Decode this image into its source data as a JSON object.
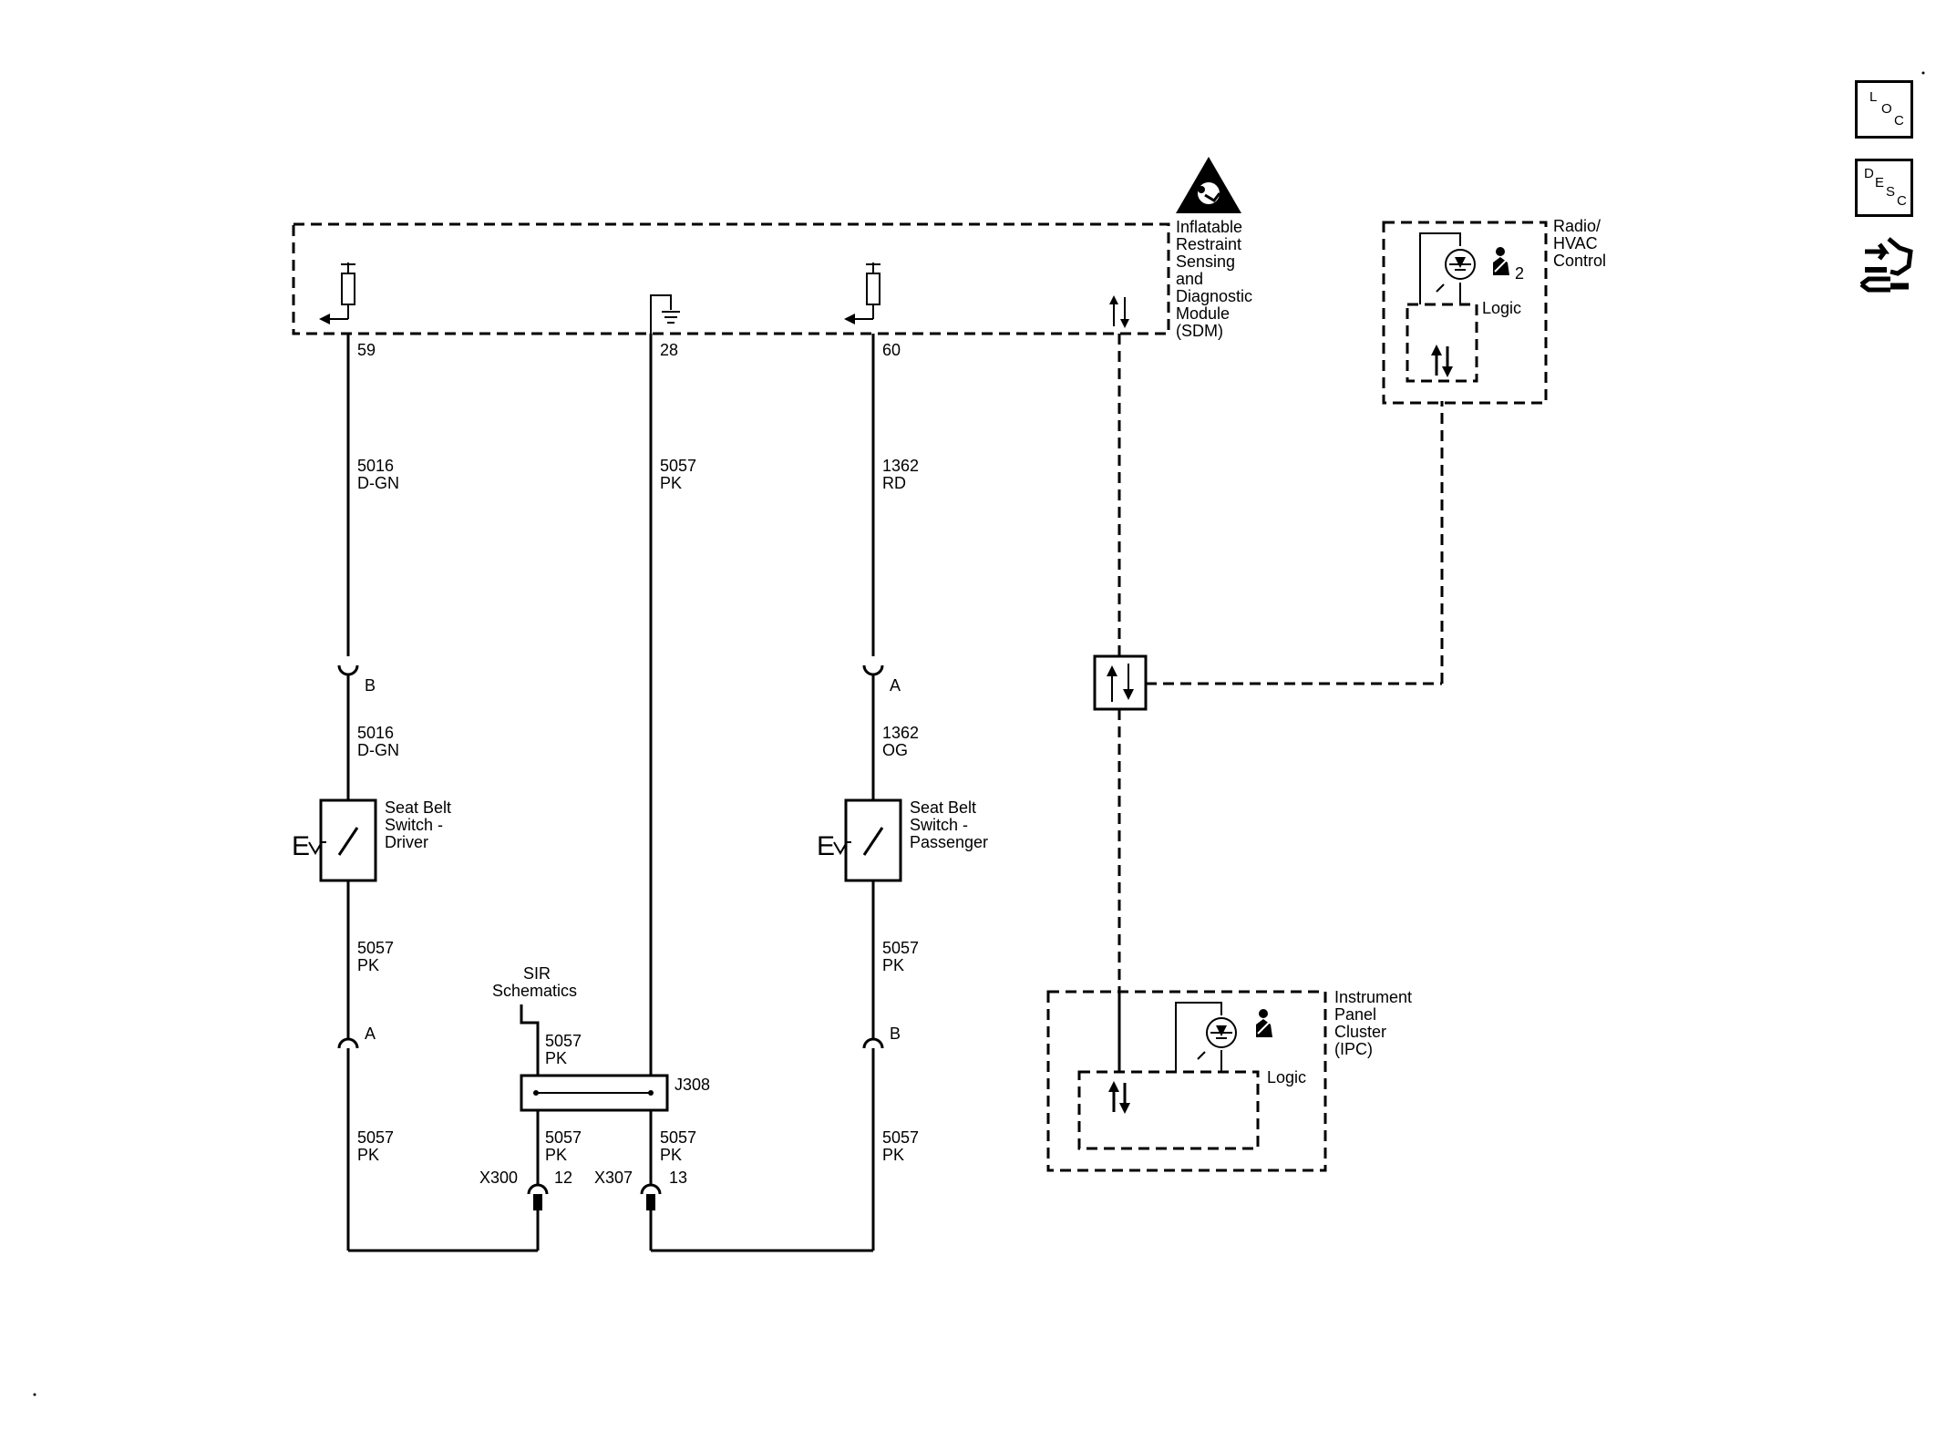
{
  "modules": {
    "sdm": {
      "name_lines": [
        "Inflatable",
        "Restraint",
        "Sensing",
        "and",
        "Diagnostic",
        "Module",
        "(SDM)"
      ]
    },
    "radio": {
      "name_lines": [
        "Radio/",
        "HVAC",
        "Control"
      ],
      "logic": "Logic",
      "indicator_index": "2"
    },
    "ipc": {
      "name_lines": [
        "Instrument",
        "Panel",
        "Cluster",
        "(IPC)"
      ],
      "logic": "Logic"
    }
  },
  "pins": {
    "p59": "59",
    "p28": "28",
    "p60": "60"
  },
  "wires": {
    "w1": {
      "circuit": "5016",
      "color": "D-GN"
    },
    "w2": {
      "circuit": "5057",
      "color": "PK"
    },
    "w3": {
      "circuit": "1362",
      "color": "RD"
    },
    "w4": {
      "circuit": "5016",
      "color": "D-GN"
    },
    "w5": {
      "circuit": "1362",
      "color": "OG"
    },
    "w6": {
      "circuit": "5057",
      "color": "PK"
    },
    "w7": {
      "circuit": "5057",
      "color": "PK"
    },
    "w8": {
      "circuit": "5057",
      "color": "PK"
    },
    "w9": {
      "circuit": "5057",
      "color": "PK"
    },
    "w10": {
      "circuit": "5057",
      "color": "PK"
    },
    "w11": {
      "circuit": "5057",
      "color": "PK"
    },
    "w12": {
      "circuit": "5057",
      "color": "PK"
    }
  },
  "connectors": {
    "c_b": "B",
    "c_a_top": "A",
    "c_a_bot": "A",
    "c_b_bot": "B",
    "x300": "X300",
    "x300_pin": "12",
    "x307": "X307",
    "x307_pin": "13"
  },
  "switches": {
    "driver": {
      "lines": [
        "Seat Belt",
        "Switch -",
        "Driver"
      ]
    },
    "passenger": {
      "lines": [
        "Seat Belt",
        "Switch -",
        "Passenger"
      ]
    }
  },
  "splice": {
    "label": "J308"
  },
  "reference": {
    "lines": [
      "SIR",
      "Schematics"
    ]
  },
  "nav_icons": {
    "loc": [
      "L",
      "O",
      "C"
    ],
    "desc": [
      "D",
      "E",
      "S",
      "C"
    ]
  },
  "icons": [
    "airbag-warning-icon",
    "data-arrows-icon",
    "seatbelt-icon",
    "lamp-icon",
    "ground-icon",
    "fuse-icon",
    "eom-icon"
  ]
}
